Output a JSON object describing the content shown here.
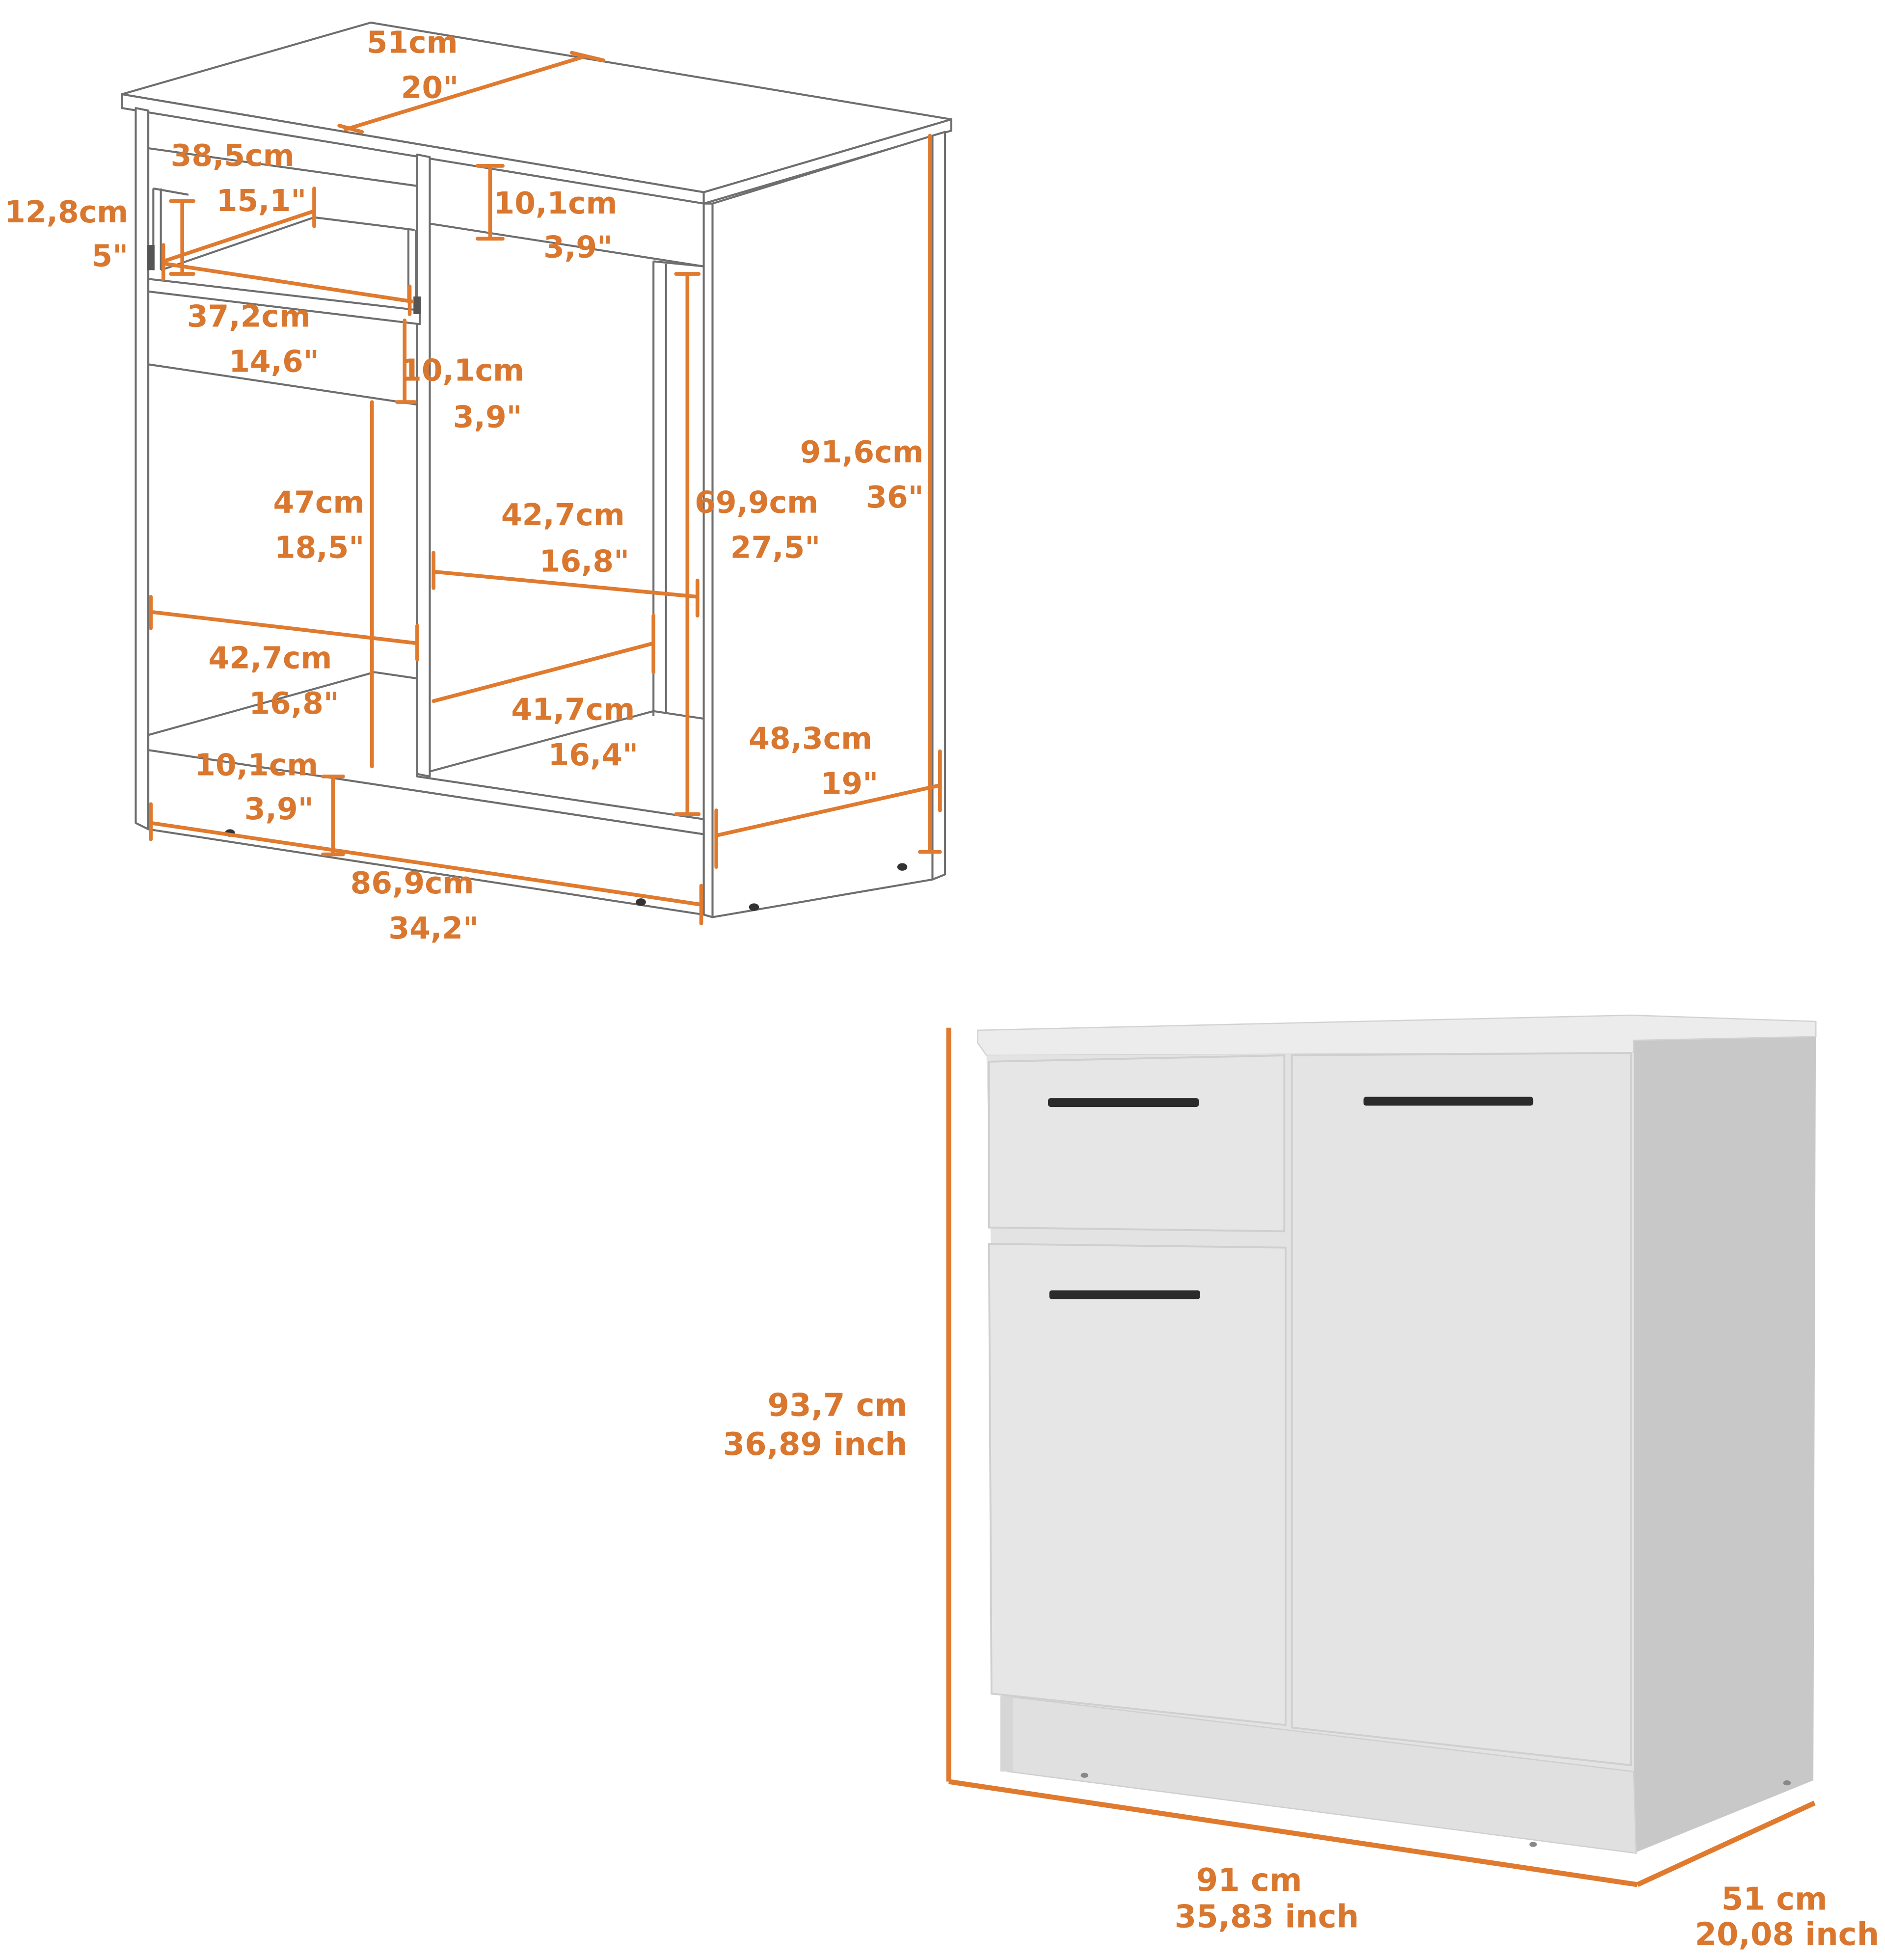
{
  "colors": {
    "accent_orange": "#e07a2e",
    "label_orange": "#d9772f",
    "outline_gray": "#6e6e6e",
    "cabinet_front": "#e6e6e6",
    "cabinet_side": "#cfcfcf",
    "handle_black": "#2b2b2b",
    "background": "#ffffff"
  },
  "line_drawing": {
    "title": "Line-drawing dimension diagram (open cabinet, no doors)",
    "labels": {
      "top_depth": {
        "cm": "51cm",
        "in": "20\""
      },
      "drawer_inner_depth": {
        "cm": "38,5cm",
        "in": "15,1\""
      },
      "drawer_height": {
        "cm": "12,8cm",
        "in": "5\""
      },
      "drawer_inner_width": {
        "cm": "37,2cm",
        "in": "14,6\""
      },
      "top_rail_right": {
        "cm": "10,1cm",
        "in": "3,9\""
      },
      "rail_below_drawer": {
        "cm": "10,1cm",
        "in": "3,9\""
      },
      "left_opening_height": {
        "cm": "47cm",
        "in": "18,5\""
      },
      "right_inner_width": {
        "cm": "42,7cm",
        "in": "16,8\""
      },
      "right_opening_height": {
        "cm": "69,9cm",
        "in": "27,5\""
      },
      "total_height": {
        "cm": "91,6cm",
        "in": "36\""
      },
      "left_inner_width": {
        "cm": "42,7cm",
        "in": "16,8\""
      },
      "right_shelf_depth": {
        "cm": "41,7cm",
        "in": "16,4\""
      },
      "base_height": {
        "cm": "10,1cm",
        "in": "3,9\""
      },
      "side_depth": {
        "cm": "48,3cm",
        "in": "19\""
      },
      "total_width": {
        "cm": "86,9cm",
        "in": "34,2\""
      }
    }
  },
  "rendered_cabinet": {
    "title": "Rendered white cabinet with drawer and two doors",
    "labels": {
      "height": {
        "cm": "93,7 cm",
        "in": "36,89 inch"
      },
      "width": {
        "cm": "91 cm",
        "in": "35,83 inch"
      },
      "depth": {
        "cm": "51 cm",
        "in": "20,08 inch"
      }
    },
    "parts": [
      "drawer",
      "left-door",
      "right-door",
      "handle",
      "handle",
      "handle"
    ]
  }
}
